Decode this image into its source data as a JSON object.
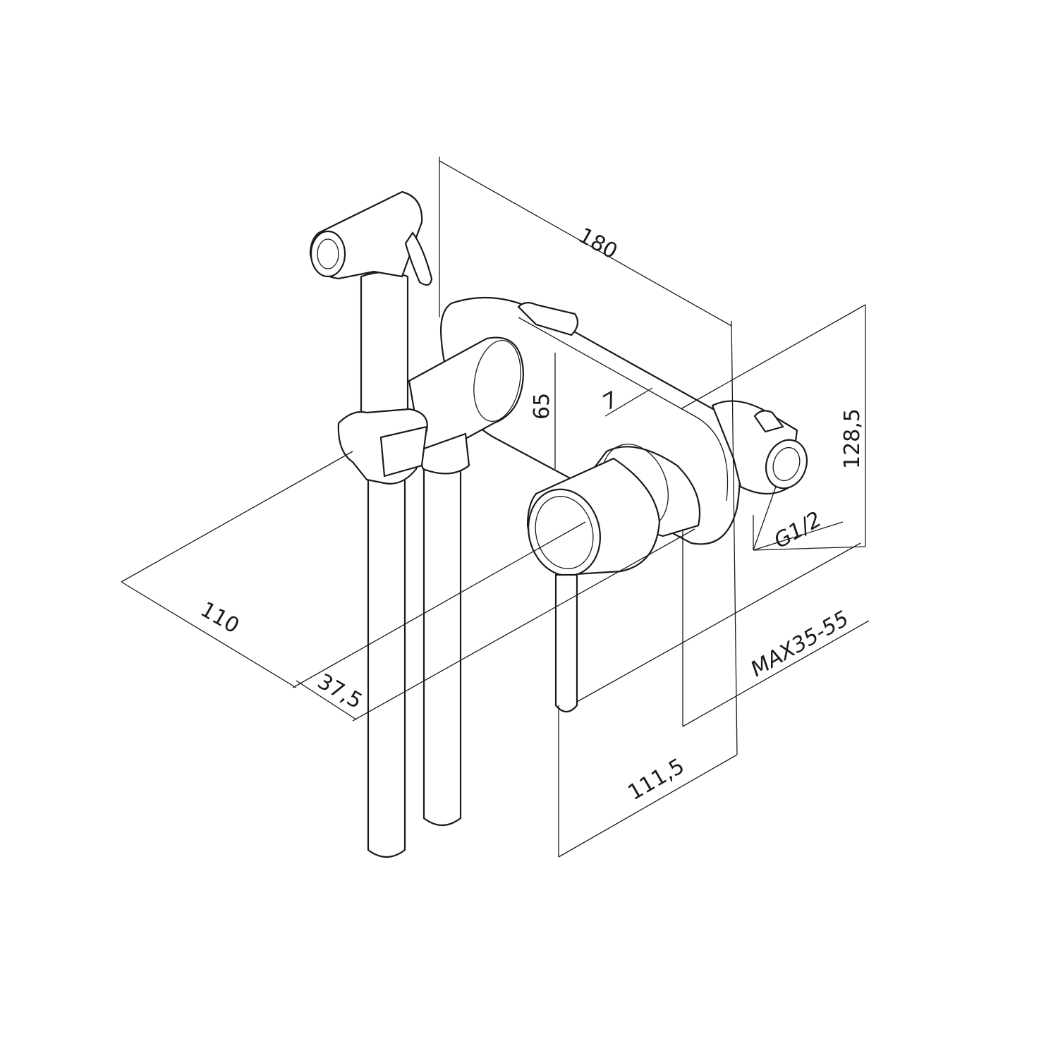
{
  "drawing": {
    "dimensions": {
      "width_total": "180",
      "plate_height": "65",
      "plate_thickness": "7",
      "total_height": "128,5",
      "thread": "G1/2",
      "wall_depth": "MAX35-55",
      "projection": "110",
      "offset": "37,5",
      "lever_depth": "111,5"
    },
    "line_color": "#1a1a1a"
  }
}
